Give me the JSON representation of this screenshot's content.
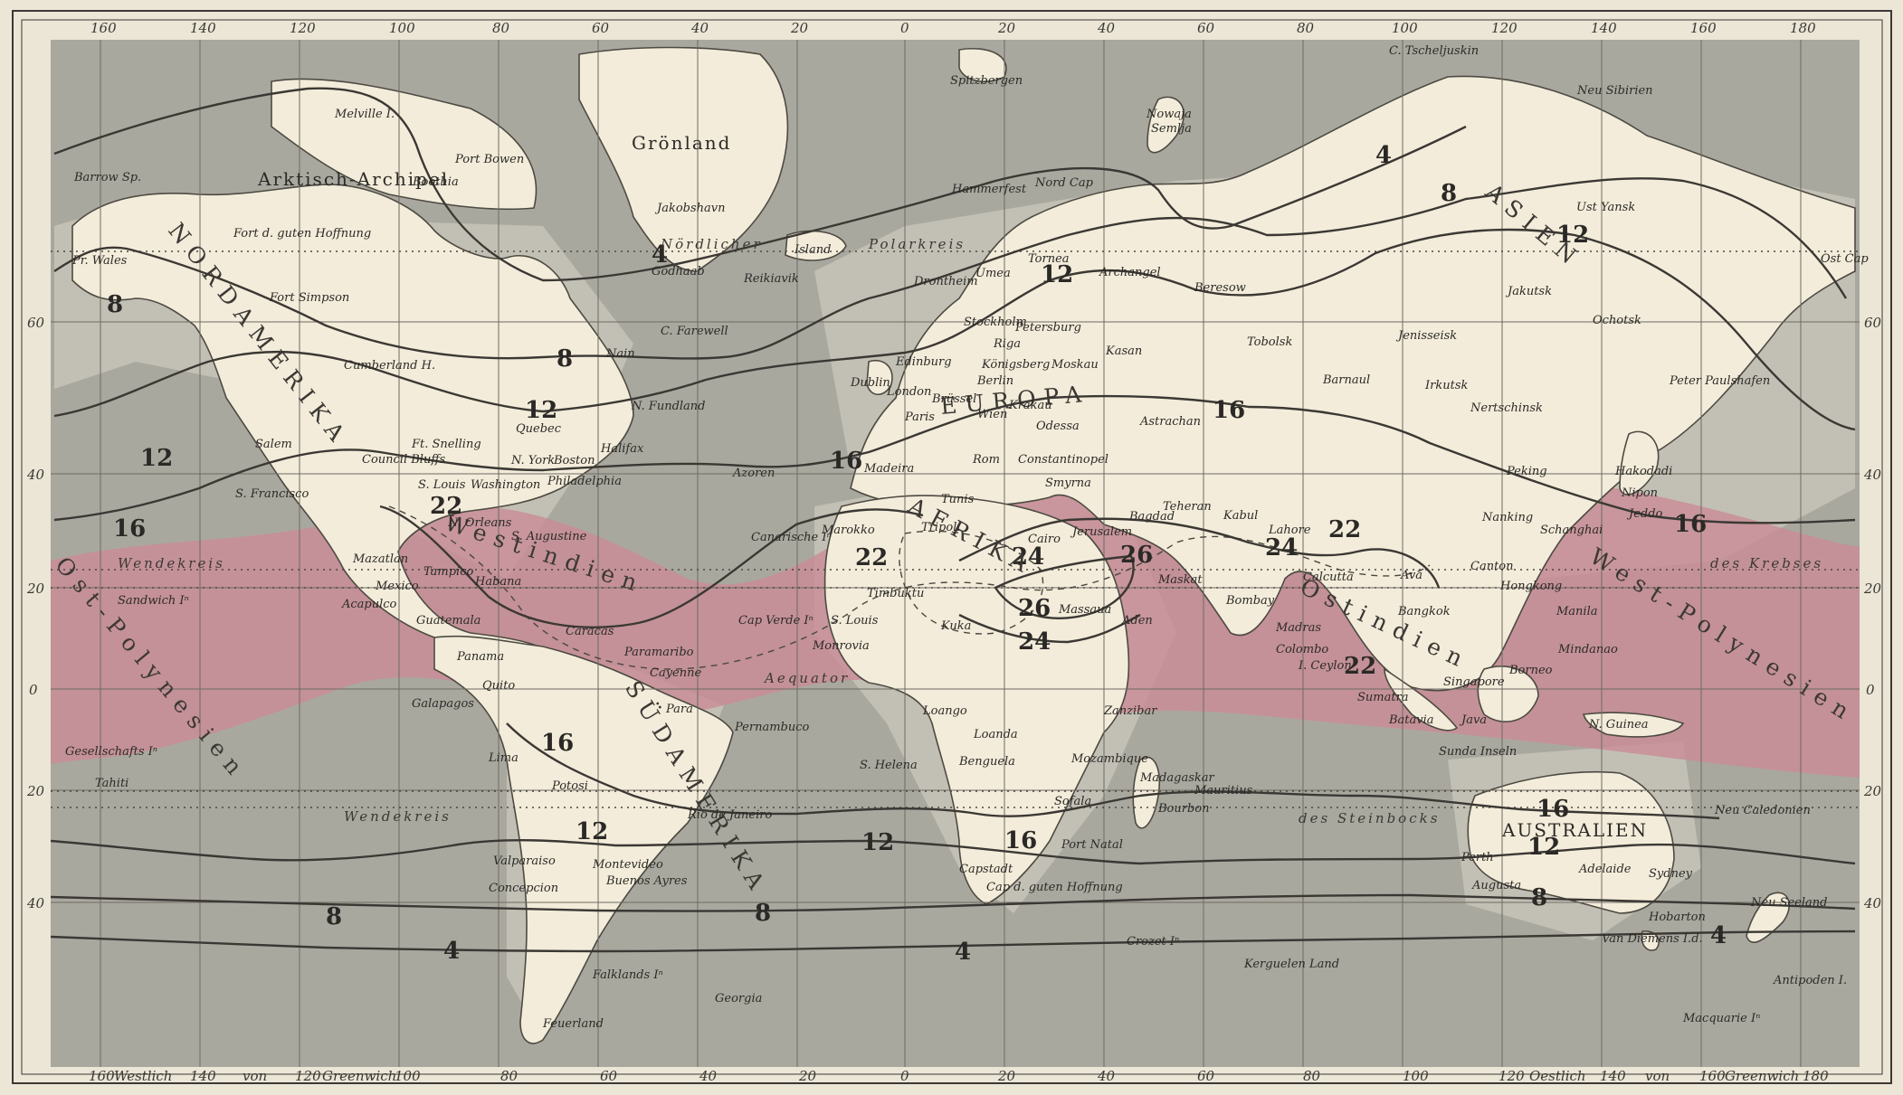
{
  "colors": {
    "ocean": "#a9a89f",
    "land": "#f3ecda",
    "warm_band": "#c98c96",
    "isotherm": "#3b3834"
  },
  "axes": {
    "top_longitudes": [
      "160",
      "140",
      "120",
      "100",
      "80",
      "60",
      "40",
      "20",
      "0",
      "20",
      "40",
      "60",
      "80",
      "100",
      "120",
      "140",
      "160",
      "180"
    ],
    "bottom_longitudes": [
      "160",
      "140",
      "120",
      "100",
      "80",
      "60",
      "40",
      "20",
      "0",
      "20",
      "40",
      "60",
      "80",
      "100",
      "120",
      "140",
      "160",
      "180"
    ],
    "bottom_words": {
      "westlich": "Westlich",
      "von_w": "von",
      "greenwich_w": "Greenwich",
      "oestlich": "Oestlich",
      "von_e": "von",
      "greenwich_e": "Greenwich"
    },
    "left_latitudes": [
      "60",
      "40",
      "20",
      "0",
      "20",
      "40"
    ],
    "right_latitudes": [
      "60",
      "40",
      "20",
      "0",
      "20",
      "40"
    ]
  },
  "circles": {
    "polarkreis": "Polarkreis",
    "nordlicher": "Nördlicher",
    "wendekreis_n": "Wendekreis",
    "des_krebses": "des Krebses",
    "aequator": "Aequator",
    "wendekreis_s": "Wendekreis",
    "des_steinbocks": "des Steinbocks"
  },
  "regions": {
    "groenland": "Grönland",
    "arktisch": "Arktisch-Archipel",
    "nordamerika": "NORDAMERIKA",
    "westindien": "Westindien",
    "suedamerika": "SÜDAMERIKA",
    "europa": "EUROPA",
    "afrika": "AFRIKA",
    "asien": "ASIEN",
    "ostindien": "Ostindien",
    "ost_polynesien": "Ost-Polynesien",
    "west_polynesien": "West-Polynesien",
    "australien": "AUSTRALIEN"
  },
  "isotherms": {
    "l4_north": "4",
    "l8_north_a": "8",
    "l8_north_b": "8",
    "l8_north_c": "8",
    "l12_north_a": "12",
    "l12_north_b": "12",
    "l12_north_c": "12",
    "l12_north_d": "12",
    "l16_a": "16",
    "l16_b": "16",
    "l16_c": "16",
    "l16_d": "16",
    "l22_a": "22",
    "l22_b": "22",
    "l22_c": "22",
    "l22_d": "22",
    "l24_a": "24",
    "l24_b": "24",
    "l24_c": "24",
    "l26_a": "26",
    "l26_b": "26",
    "l16_s_a": "16",
    "l16_s_b": "16",
    "l16_s_c": "16",
    "l12_s_a": "12",
    "l12_s_b": "12",
    "l12_s_c": "12",
    "l8_s_a": "8",
    "l8_s_b": "8",
    "l8_s_c": "8",
    "l4_s_a": "4",
    "l4_s_b": "4",
    "l4_s_c": "4"
  },
  "places": {
    "spitzbergen": "Spitzbergen",
    "nowaja": "Nowaja",
    "semlja": "Semlja",
    "tscheljuskin": "C. Tscheljuskin",
    "neusibirien": "Neu Sibirien",
    "melville": "Melville I.",
    "portbowen": "Port Bowen",
    "boothia": "Boothia",
    "barrow": "Barrow Sp.",
    "fort_good": "Fort d. guten Hoffnung",
    "pr_wales": "Pr. Wales",
    "jakobshavn": "Jakobshavn",
    "godhaab": "Godhaab",
    "island": "Island",
    "reikiavik": "Reikiavik",
    "c_farewell": "C. Farewell",
    "hammerfest": "Hammerfest",
    "nordcap": "Nord Cap",
    "drontheim": "Drontheim",
    "umea": "Umea",
    "tornea": "Tornea",
    "archangel": "Archangel",
    "beresow": "Beresow",
    "ust_yansk": "Ust Yansk",
    "jakutsk": "Jakutsk",
    "ochotsk": "Ochotsk",
    "ost_cap": "Ost Cap",
    "fort_simpson": "Fort Simpson",
    "cumberland": "Cumberland H.",
    "nain": "Nain",
    "nfundland": "N. Fundland",
    "quebec": "Quebec",
    "halifax": "Halifax",
    "newyork": "N. York",
    "boston": "Boston",
    "philadelphia": "Philadelphia",
    "washington": "Washington",
    "st_louis": "S. Louis",
    "snelling": "Ft. Snelling",
    "council": "Council Bluffs",
    "salem": "Salem",
    "sfrancisco": "S. Francisco",
    "orleans": "N. Orleans",
    "augustine": "S. Augustine",
    "mazatlan": "Mazatlan",
    "mexico": "Mexico",
    "tampico": "Tampico",
    "habana": "Habana",
    "acapulco": "Acapulco",
    "guatemala": "Guatemala",
    "sandwich": "Sandwich Iⁿ",
    "caracas": "Caracas",
    "paramaribo": "Paramaribo",
    "cayenne": "Cayenne",
    "panama": "Panama",
    "quito": "Quito",
    "galapagos": "Galapagos",
    "para": "Para",
    "pernambuco": "Pernambuco",
    "lima": "Lima",
    "gesellschafts": "Gesellschafts Iⁿ",
    "tahiti": "Tahiti",
    "potosi": "Potosi",
    "rio": "Rio de Janeiro",
    "valparaiso": "Valparaiso",
    "concepcion": "Concepcion",
    "montevideo": "Montevideo",
    "buenosayres": "Buenos Ayres",
    "falkland": "Falklands Iⁿ",
    "georgia": "Georgia",
    "feuerland": "Feuerland",
    "azoren": "Azoren",
    "canarische": "Canarische Iⁿ",
    "capverde": "Cap Verde Iⁿ",
    "madeira": "Madeira",
    "marokko": "Marokko",
    "tunis": "Tunis",
    "tripoli": "Tripoli",
    "timbuktu": "Timbuktu",
    "kuka": "Kuka",
    "louis": "S. Louis",
    "monrovia": "Monrovia",
    "cairo": "Cairo",
    "jerusalem": "Jerusalem",
    "bagdad": "Bagdad",
    "teheran": "Teheran",
    "kabul": "Kabul",
    "lahore": "Lahore",
    "maskat": "Maskat",
    "massaua": "Massaua",
    "aden": "Aden",
    "bombay": "Bombay",
    "calcutta": "Calcutta",
    "madras": "Madras",
    "colombo": "Colombo",
    "ceylon": "I. Ceylon",
    "loango": "Loango",
    "loanda": "Loanda",
    "benguela": "Benguela",
    "shelena": "S. Helena",
    "zanzibar": "Zanzibar",
    "mozambique": "Mozambique",
    "madagaskar": "Madagaskar",
    "mauritius": "Mauritius",
    "bourbon": "Bourbon",
    "sofala": "Sofala",
    "portnatal": "Port Natal",
    "capstadt": "Capstadt",
    "capgood": "Cap d. guten Hoffnung",
    "edinburg": "Edinburg",
    "dublin": "Dublin",
    "london": "London",
    "paris": "Paris",
    "bruessel": "Brüssel",
    "berlin": "Berlin",
    "wien": "Wien",
    "krakau": "Krakau",
    "stockholm": "Stockholm",
    "petersburg": "Petersburg",
    "riga": "Riga",
    "koenigsberg": "Königsberg",
    "moskau": "Moskau",
    "kasan": "Kasan",
    "odessa": "Odessa",
    "constantinopel": "Constantinopel",
    "rom": "Rom",
    "smyrna": "Smyrna",
    "astrachan": "Astrachan",
    "tobolsk": "Tobolsk",
    "barnaul": "Barnaul",
    "jenisseisk": "Jenisseisk",
    "irkutsk": "Irkutsk",
    "nertschinsk": "Nertschinsk",
    "peking": "Peking",
    "nanking": "Nanking",
    "schanghai": "Schanghai",
    "canton": "Canton",
    "hongkong": "Hongkong",
    "manila": "Manila",
    "mindanao": "Mindanao",
    "borneo": "Borneo",
    "sumatra": "Sumatra",
    "singapore": "Singapore",
    "batavia": "Batavia",
    "java": "Java",
    "bangkok": "Bangkok",
    "ava": "Ava",
    "sundainseln": "Sunda Inseln",
    "nguinea": "N. Guinea",
    "jeddo": "Jeddo",
    "nipon": "Nipon",
    "hakodadi": "Hakodadi",
    "peterpaul": "Peter Paulshafen",
    "perth": "Perth",
    "augusta": "Augusta",
    "adelaide": "Adelaide",
    "sydney": "Sydney",
    "hobarton": "Hobarton",
    "vandiemens": "Van Diemens I.d.",
    "neuseeland": "Neu Seeland",
    "neucaledonien": "Neu Caledonien",
    "antipoden": "Antipoden I.",
    "macquarie": "Macquarie Iⁿ",
    "crozet": "Crozet Iⁿ",
    "kerguelen": "Kerguelen Land"
  }
}
